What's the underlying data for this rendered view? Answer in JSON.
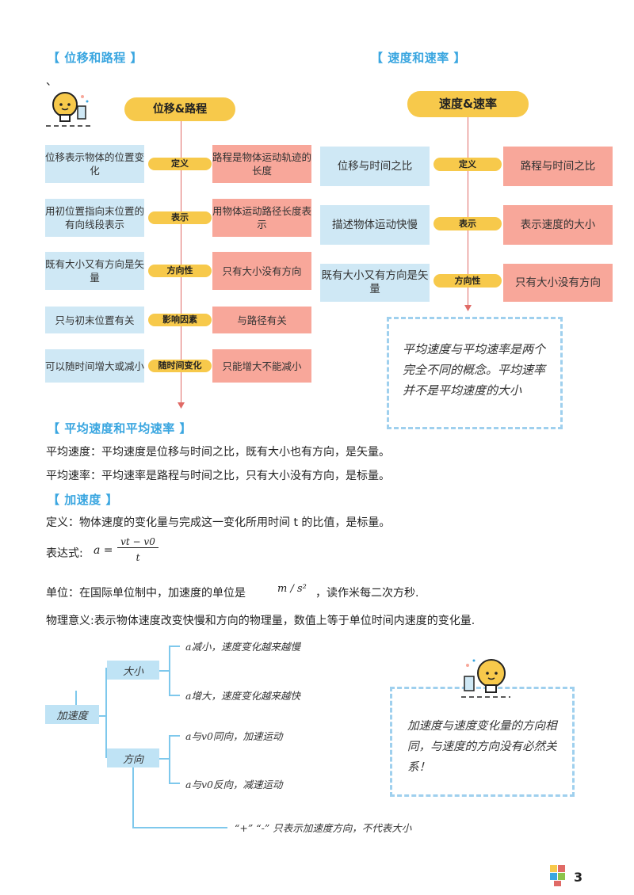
{
  "sections": {
    "disp_path": "【 位移和路程 】",
    "vel_speed": "【 速度和速率 】",
    "avg": "【 平均速度和平均速率 】",
    "accel": "【 加速度 】"
  },
  "stray_mark": "、",
  "left_diagram": {
    "title": "位移&路程",
    "rows": [
      {
        "left": "位移表示物体的位置变化",
        "tag": "定义",
        "right": "路程是物体运动轨迹的长度"
      },
      {
        "left": "用初位置指向末位置的有向线段表示",
        "tag": "表示",
        "right": "用物体运动路径长度表示"
      },
      {
        "left": "既有大小又有方向是矢量",
        "tag": "方向性",
        "right": "只有大小没有方向"
      },
      {
        "left": "只与初末位置有关",
        "tag": "影响因素",
        "right": "与路径有关"
      },
      {
        "left": "可以随时间增大或减小",
        "tag": "随时间变化",
        "right": "只能增大不能减小"
      }
    ]
  },
  "right_diagram": {
    "title": "速度&速率",
    "rows": [
      {
        "left": "位移与时间之比",
        "tag": "定义",
        "right": "路程与时间之比"
      },
      {
        "left": "描述物体运动快慢",
        "tag": "表示",
        "right": "表示速度的大小"
      },
      {
        "left": "既有大小又有方向是矢量",
        "tag": "方向性",
        "right": "只有大小没有方向"
      }
    ],
    "note": "平均速度与平均速率是两个完全不同的概念。平均速率并不是平均速度的大小"
  },
  "avg": {
    "velocity": "平均速度：平均速度是位移与时间之比，既有大小也有方向，是矢量。",
    "speed": "平均速率：平均速率是路程与时间之比，只有大小没有方向，是标量。"
  },
  "accel": {
    "definition": "定义：物体速度的变化量与完成这一变化所用时间 t 的比值，是标量。",
    "formula_label": "表达式:",
    "formula_lhs": "a =",
    "formula_num": "vt − v0",
    "formula_den": "t",
    "unit_prefix": "单位：在国际单位制中，加速度的单位是",
    "unit": "m / s²",
    "unit_suffix": "，读作米每二次方秒.",
    "meaning": "物理意义:表示物体速度改变快慢和方向的物理量，数值上等于单位时间内速度的变化量."
  },
  "mindmap": {
    "root": "加速度",
    "size": "大小",
    "size_a": "a减小，速度变化越来越慢",
    "size_b": "a增大，速度变化越来越快",
    "dir": "方向",
    "dir_a": "a与v0同向，加速运动",
    "dir_b": "a与v0反向，减速运动",
    "sign": "“+” “-” 只表示加速度方向，不代表大小",
    "note": "加速度与速度变化量的方向相同，与速度的方向没有必然关系！"
  },
  "page_number": "3",
  "colors": {
    "accent": "#3aa6e0",
    "tag": "#f7c94b",
    "blue_box": "#cfe8f5",
    "red_box": "#f8a79a",
    "line": "#e06a66"
  }
}
